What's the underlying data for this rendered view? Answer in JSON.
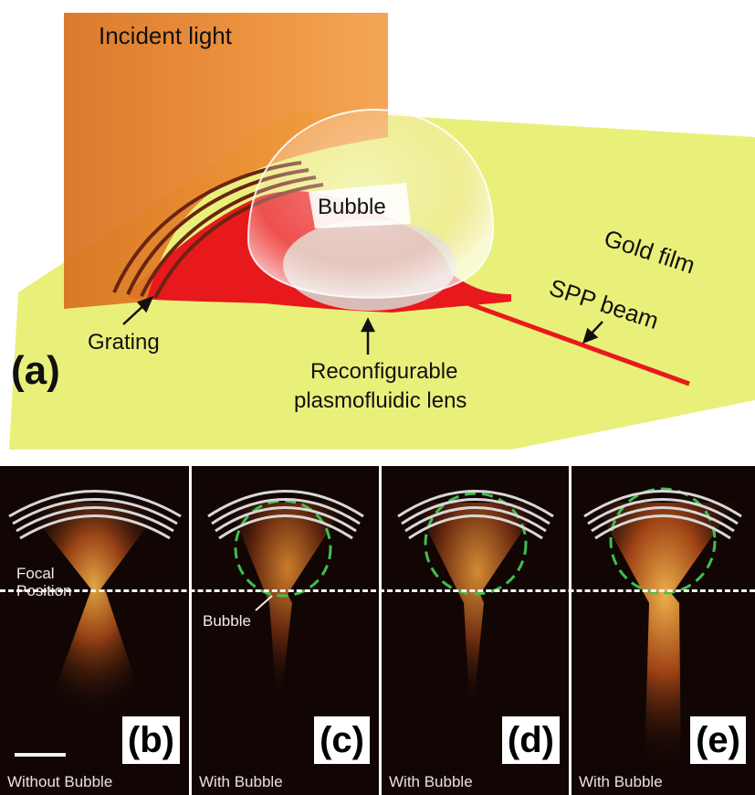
{
  "panel_a": {
    "letter": "(a)",
    "incident_light": "Incident light",
    "bubble": "Bubble",
    "gold_film": "Gold film",
    "spp_beam": "SPP beam",
    "grating": "Grating",
    "lens_line1": "Reconfigurable",
    "lens_line2": "plasmofluidic lens"
  },
  "focal_label_line1": "Focal",
  "focal_label_line2": "Position",
  "bubble_pointer_label": "Bubble",
  "panels": [
    {
      "letter": "(b)",
      "caption": "Without Bubble"
    },
    {
      "letter": "(c)",
      "caption": "With Bubble"
    },
    {
      "letter": "(d)",
      "caption": "With Bubble"
    },
    {
      "letter": "(e)",
      "caption": "With Bubble"
    }
  ],
  "colors": {
    "gold_film": "#e9f07a",
    "incident_light": "#e8842a",
    "spp_red": "#e8191c",
    "panel_bg": "#120604",
    "bubble_outline": "#3fbf4f"
  }
}
